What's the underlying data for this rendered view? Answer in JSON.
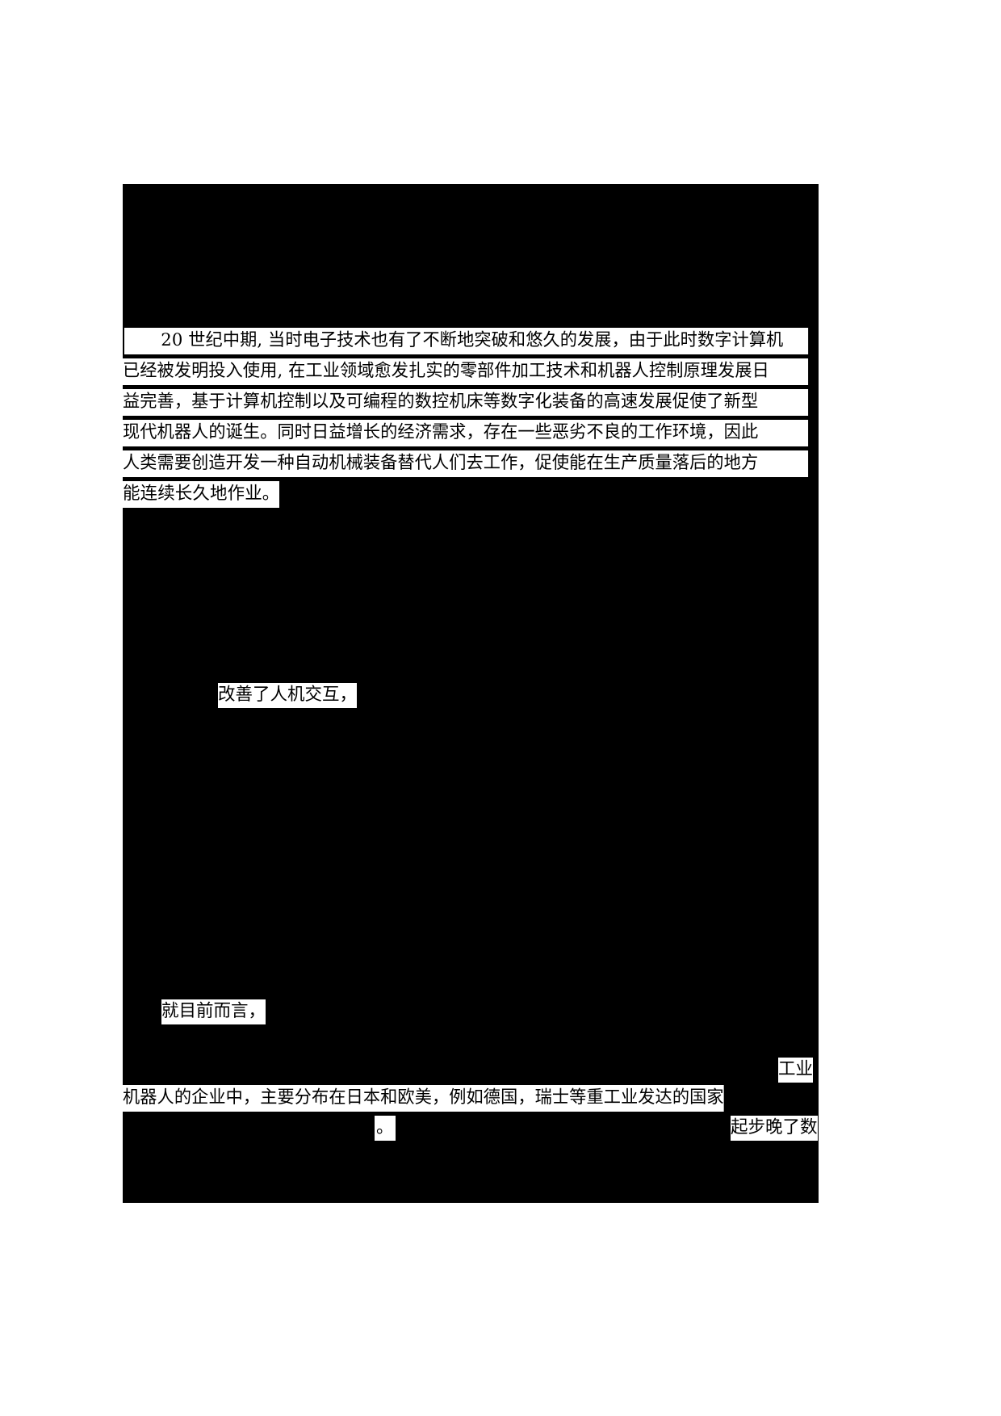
{
  "document": {
    "page_background": "#ffffff",
    "redaction_color": "#000000",
    "highlight_color": "#ffffff",
    "text_color": "#000000",
    "paragraph_1": {
      "lines": [
        "20 世纪中期, 当时电子技术也有了不断地突破和悠久的发展，由于此时数字计算机",
        "已经被发明投入使用, 在工业领域愈发扎实的零部件加工技术和机器人控制原理发展日",
        "益完善，基于计算机控制以及可编程的数控机床等数字化装备的高速发展促使了新型",
        "现代机器人的诞生。同时日益增长的经济需求，存在一些恶劣不良的工作环境，因此",
        "人类需要创造开发一种自动机械装备替代人们去工作，促使能在生产质量落后的地方",
        "能连续长久地作业。"
      ]
    },
    "fragments": [
      {
        "id": "frag-human-machine",
        "text": "改善了人机交互，"
      },
      {
        "id": "frag-at-present",
        "text": "就目前而言，"
      },
      {
        "id": "frag-industrial",
        "text": "工业"
      },
      {
        "id": "frag-enterprise-line",
        "text": "机器人的企业中，主要分布在日本和欧美，例如德国，瑞士等重工业发达的国家"
      },
      {
        "id": "frag-period",
        "text": "。"
      },
      {
        "id": "frag-late-start",
        "text": "起步晚了数"
      }
    ]
  }
}
